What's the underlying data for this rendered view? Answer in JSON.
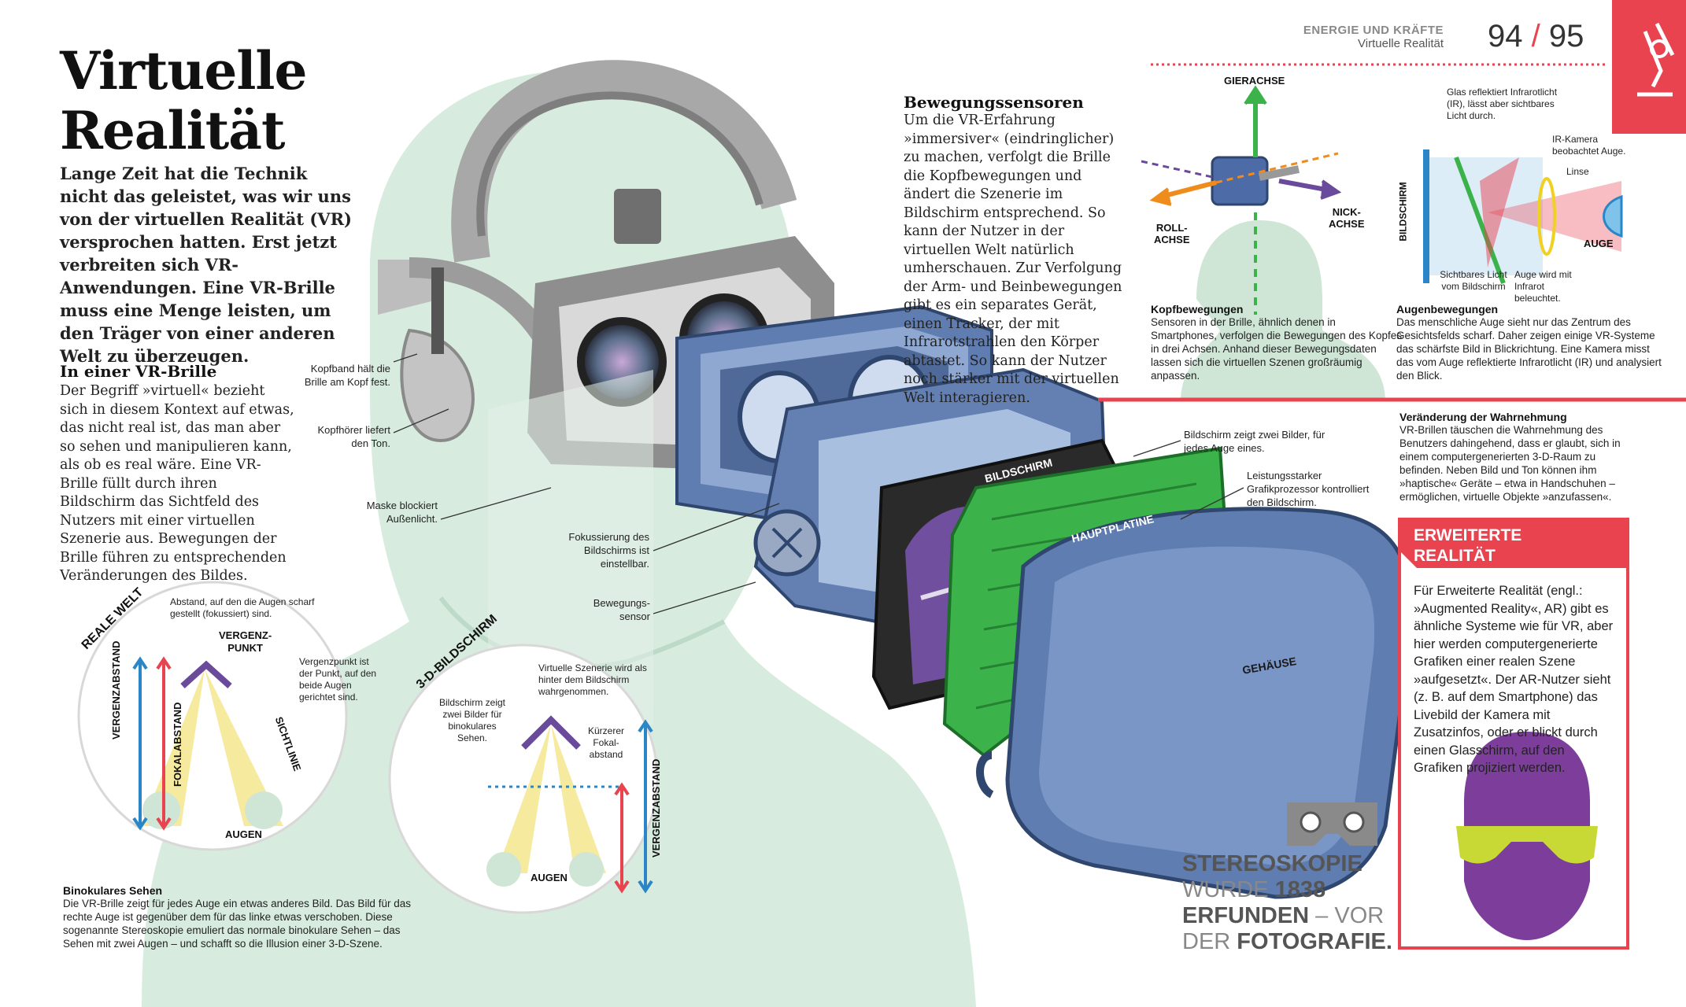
{
  "header": {
    "section": "ENERGIE UND KRÄFTE",
    "subsection": "Virtuelle Realität",
    "page_left": "94",
    "page_right": "95",
    "accent": "#e8434f",
    "icon": "microscope-icon"
  },
  "title": {
    "line1": "Virtuelle",
    "line2": "Realität"
  },
  "lead": "Lange Zeit hat die Technik nicht das geleistet, was wir uns von der virtuellen Realität (VR) versprochen hatten. Erst jetzt verbreiten sich VR-Anwendungen. Eine VR-Brille muss eine Menge leisten, um den Träger von einer anderen Welt zu überzeugen.",
  "intro": {
    "heading": "In einer VR-Brille",
    "text": "Der Begriff »virtuell« bezieht sich in diesem Kontext auf etwas, das nicht real ist, das man aber so sehen und manipulieren kann, als ob es real wäre. Eine VR-Brille füllt durch ihren Bildschirm das Sichtfeld des Nutzers mit einer virtuellen Szenerie aus. Bewegungen der Brille führen zu entsprechenden Veränderungen des Bildes."
  },
  "motion": {
    "heading": "Bewegungssensoren",
    "text": "Um die VR-Erfahrung »immersiver« (eindringlicher) zu machen, verfolgt die Brille die Kopfbewegungen und ändert die Szenerie im Bildschirm entsprechend. So kann der Nutzer in der virtuellen Welt natürlich umherschauen. Zur Verfolgung der Arm- und Beinbewegungen gibt es ein separates Gerät, einen Tracker, der mit Infrarotstrahlen den Körper abtastet. So kann der Nutzer noch stärker mit der virtuellen Welt interagieren."
  },
  "head_axes": {
    "yaw": "GIERACHSE",
    "roll": "ROLL-\nACHSE",
    "pitch": "NICK-\nACHSE",
    "heading": "Kopfbewegungen",
    "text": "Sensoren in der Brille, ähnlich denen in Smartphones, verfolgen die Bewegungen des Kopfes in drei Achsen. Anhand dieser Bewegungsdaten lassen sich die virtuellen Szenen großräumig anpassen."
  },
  "eye_tracking": {
    "glass_note": "Glas reflektiert Infrarotlicht (IR), lässt aber sichtbares Licht durch.",
    "camera_note": "IR-Kamera beobachtet Auge.",
    "lens": "Linse",
    "screen": "BILDSCHIRM",
    "eye": "AUGE",
    "visible_light": "Sichtbares Licht vom Bildschirm",
    "ir_lit": "Auge wird mit Infrarot beleuchtet.",
    "heading": "Augenbewegungen",
    "text": "Das menschliche Auge sieht nur das Zentrum des Gesichtsfelds scharf. Daher zeigen einige VR-Systeme das schärfste Bild in Blickrichtung. Eine Kamera misst das vom Auge reflektierte Infrarotlicht (IR) und analysiert den Blick."
  },
  "perception": {
    "heading": "Veränderung der Wahrnehmung",
    "text": "VR-Brillen täuschen die Wahrnehmung des Benutzers dahingehend, dass er glaubt, sich in einem computergenerierten 3-D-Raum zu befinden. Neben Bild und Ton können ihm »haptische« Geräte – etwa in Handschuhen – ermöglichen, virtuelle Objekte »anzufassen«."
  },
  "ar": {
    "title1": "ERWEITERTE",
    "title2": "REALITÄT",
    "text": "Für Erweiterte Realität (engl.: »Augmented Reality«, AR) gibt es ähnliche Systeme wie für VR, aber hier werden computergenerierte Grafiken einer realen Szene »aufgesetzt«. Der AR-Nutzer sieht (z. B. auf dem Smartphone) das Livebild der Kamera mit Zusatzinfos, oder er blickt durch einen Glasschirm, auf den Grafiken projiziert werden."
  },
  "callouts": {
    "strap": "Kopfband hält die Brille am Kopf fest.",
    "headphones": "Kopfhörer liefert den Ton.",
    "mask": "Maske blockiert Außenlicht.",
    "focus": "Fokussierung des Bildschirms ist einstellbar.",
    "sensor": "Bewegungs-\nsensor",
    "screen_two": "Bildschirm zeigt zwei Bilder, für jedes Auge eines.",
    "gpu": "Leistungsstarker Grafikprozessor kontrolliert den Bildschirm."
  },
  "parts": {
    "screen": "BILDSCHIRM",
    "board": "HAUPTPLATINE",
    "case": "GEHÄUSE"
  },
  "real_world": {
    "title": "REALE WELT",
    "note_focus": "Abstand, auf den die Augen scharf gestellt (fokussiert) sind.",
    "vergence_point": "VERGENZ-\nPUNKT",
    "note_vergence": "Vergenzpunkt ist der Punkt, auf den beide Augen gerichtet sind.",
    "vergence_dist": "VERGENZABSTAND",
    "focal_dist": "FOKALABSTAND",
    "sightline": "SICHTLINIE",
    "eyes": "AUGEN"
  },
  "screen_3d": {
    "title": "3-D-BILDSCHIRM",
    "note_virtual": "Virtuelle Szenerie wird als hinter dem Bildschirm wahrgenommen.",
    "note_two": "Bildschirm zeigt zwei Bilder für binokulares Sehen.",
    "note_focal": "Kürzerer Fokal-\nabstand",
    "vergence_dist": "VERGENZABSTAND",
    "eyes": "AUGEN"
  },
  "binocular": {
    "heading": "Binokulares Sehen",
    "text": "Die VR-Brille zeigt für jedes Auge ein etwas anderes Bild. Das Bild für das rechte Auge ist gegenüber dem für das linke etwas verschoben. Diese sogenannte Stereoskopie emuliert das normale binokulare Sehen – das Sehen mit zwei Augen – und schafft so die Illusion einer 3-D-Szene."
  },
  "fact": {
    "line1": "STEREOSKOPIE",
    "line2a": "WURDE ",
    "line2b": "1838",
    "line3a": "ERFUNDEN",
    "line3b": " – VOR",
    "line4a": "DER ",
    "line4b": "FOTOGRAFIE.",
    "icon": "vr-viewer-icon"
  }
}
